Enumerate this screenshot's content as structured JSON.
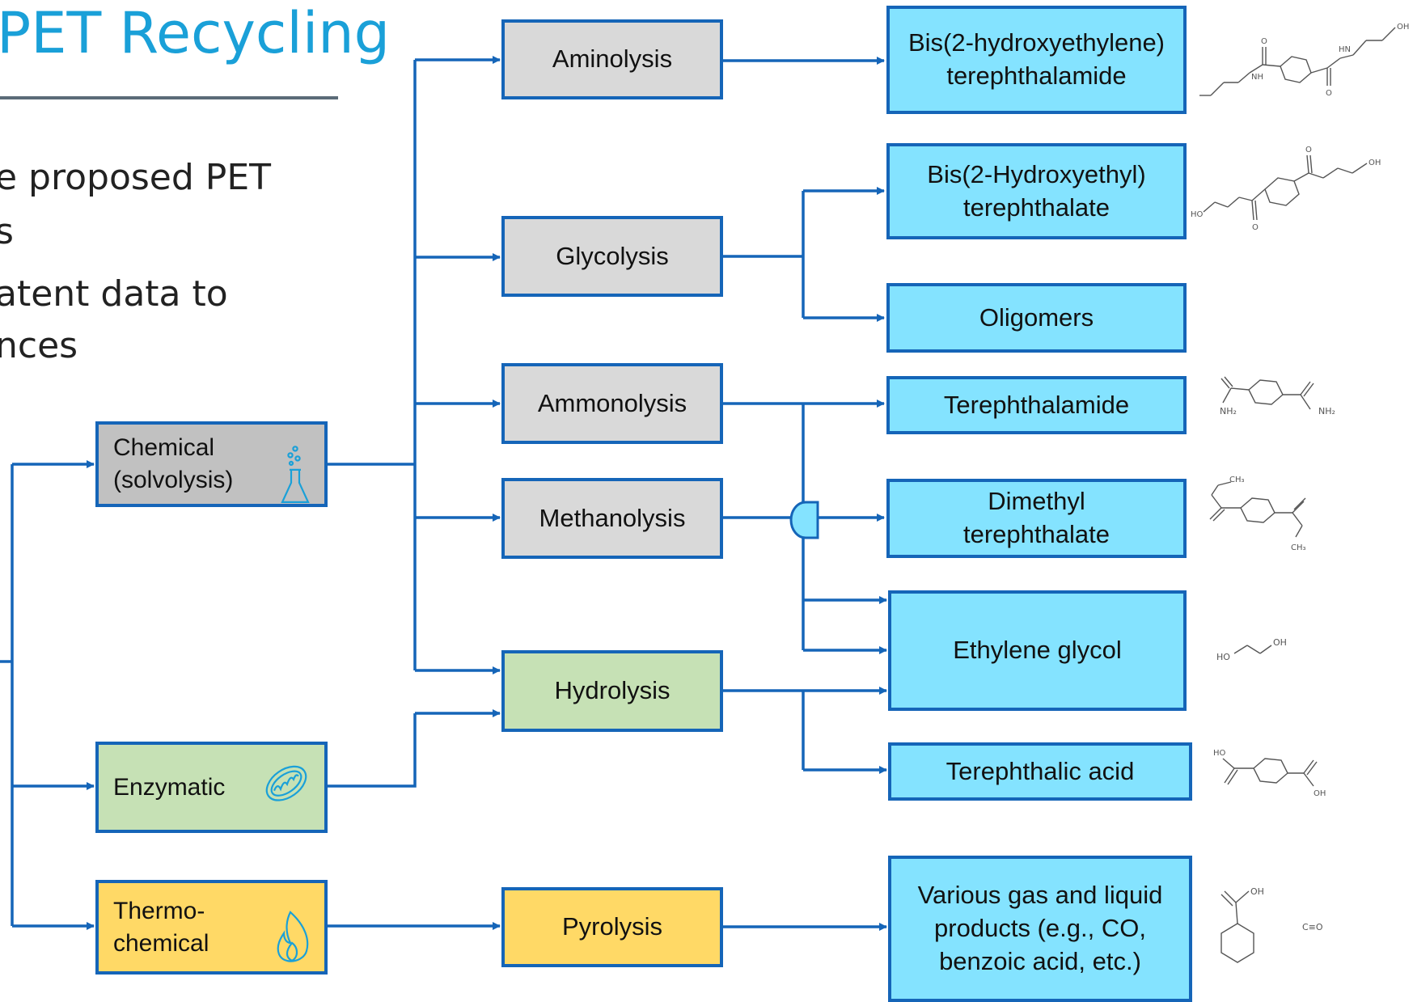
{
  "title": "PET Recycling",
  "bullets": [
    {
      "line1": "e proposed PET",
      "line2": "s"
    },
    {
      "line1": "atent data to",
      "line2": "nces"
    }
  ],
  "sources": {
    "chemical": "Chemical\n(solvolysis)",
    "enzymatic": "Enzymatic",
    "thermo": "Thermo-\nchemical"
  },
  "processes": {
    "aminolysis": "Aminolysis",
    "glycolysis": "Glycolysis",
    "ammonolysis": "Ammonolysis",
    "methanolysis": "Methanolysis",
    "hydrolysis": "Hydrolysis",
    "pyrolysis": "Pyrolysis"
  },
  "products": {
    "bhetamide": "Bis(2-hydroxyethylene)\nterephthalamide",
    "bhet": "Bis(2-Hydroxyethyl)\nterephthalate",
    "oligomers": "Oligomers",
    "terephthalamide": "Terephthalamide",
    "dmt": "Dimethyl\nterephthalate",
    "eg": "Ethylene glycol",
    "tpa": "Terephthalic acid",
    "gases": "Various gas and liquid\nproducts (e.g., CO,\nbenzoic acid, etc.)"
  },
  "structure_labels": {
    "nh": "NH",
    "hn": "HN",
    "ho": "HO",
    "oh": "OH",
    "o": "O",
    "nh2": "NH₂",
    "ch3": "CH₃",
    "co": "C≡O"
  },
  "colors": {
    "line": "#1565b8",
    "title": "#1aa0d8",
    "process_gray": "#d9d9d9",
    "chemical": "#c1c1c1",
    "enzymatic": "#c6e1b5",
    "thermo": "#ffd966",
    "product": "#84e3ff"
  },
  "icons": [
    "flask-icon",
    "mitochondria-icon",
    "flame-icon",
    "junction-bridge-icon"
  ]
}
